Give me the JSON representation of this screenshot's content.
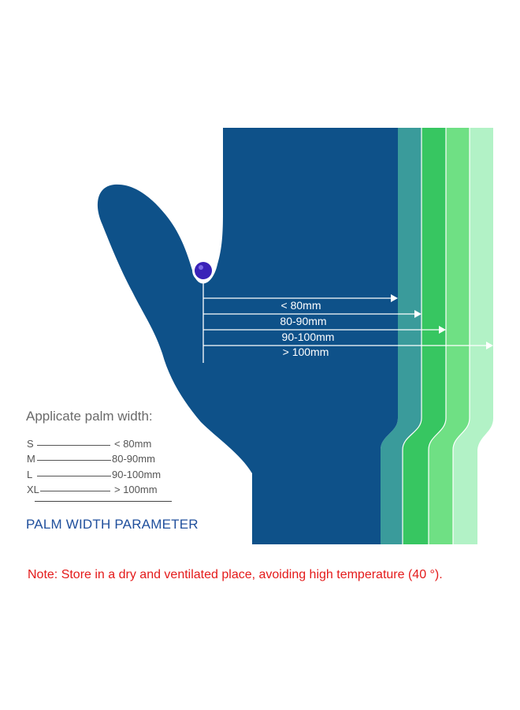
{
  "colors": {
    "glove": "#0e5189",
    "band_s": "#3a9b9b",
    "band_m": "#37c661",
    "band_l": "#6fe084",
    "band_xl": "#b2f2c6",
    "marker": "#3a22b8",
    "note": "#e41a1a",
    "param_title": "#1f4f9c"
  },
  "arrows": [
    {
      "label": "< 80mm"
    },
    {
      "label": "80-90mm"
    },
    {
      "label": "90-100mm"
    },
    {
      "label": "> 100mm"
    }
  ],
  "legend": {
    "title": "Applicate palm width:",
    "sizes": [
      {
        "code": "S",
        "range": "< 80mm"
      },
      {
        "code": "M",
        "range": "80-90mm"
      },
      {
        "code": "L",
        "range": "90-100mm"
      },
      {
        "code": "XL",
        "range": "> 100mm"
      }
    ]
  },
  "parameter_title": "PALM WIDTH PARAMETER",
  "note": "Note: Store in a dry and ventilated place, avoiding high temperature (40 °)."
}
